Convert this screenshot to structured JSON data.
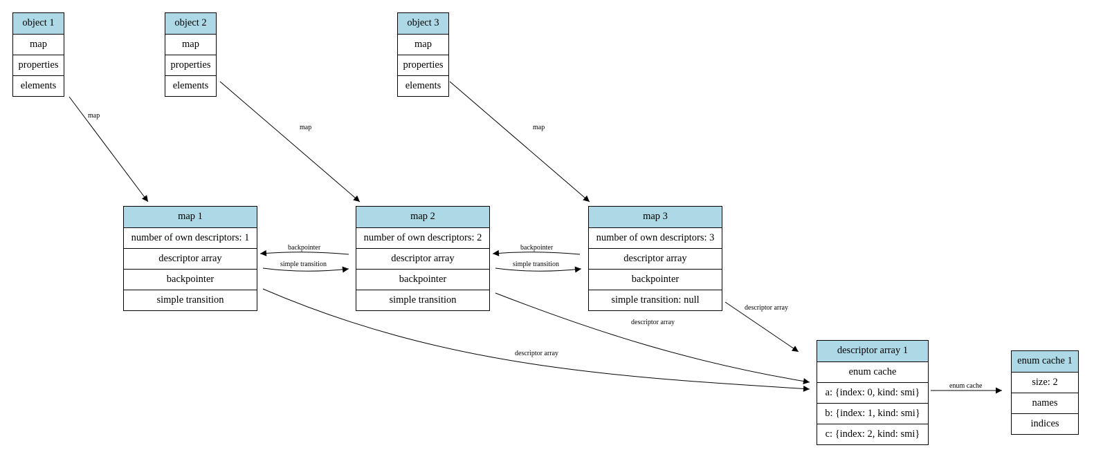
{
  "nodes": {
    "object1": {
      "title": "object 1",
      "fields": [
        "map",
        "properties",
        "elements"
      ]
    },
    "object2": {
      "title": "object 2",
      "fields": [
        "map",
        "properties",
        "elements"
      ]
    },
    "object3": {
      "title": "object 3",
      "fields": [
        "map",
        "properties",
        "elements"
      ]
    },
    "map1": {
      "title": "map 1",
      "fields": [
        "number of own descriptors: 1",
        "descriptor array",
        "backpointer",
        "simple transition"
      ]
    },
    "map2": {
      "title": "map 2",
      "fields": [
        "number of own descriptors: 2",
        "descriptor array",
        "backpointer",
        "simple transition"
      ]
    },
    "map3": {
      "title": "map 3",
      "fields": [
        "number of own descriptors: 3",
        "descriptor array",
        "backpointer",
        "simple transition: null"
      ]
    },
    "descriptor_array1": {
      "title": "descriptor array 1",
      "fields": [
        "enum cache",
        "a: {index: 0, kind: smi}",
        "b: {index: 1, kind: smi}",
        "c: {index: 2, kind: smi}"
      ]
    },
    "enum_cache1": {
      "title": "enum cache 1",
      "fields": [
        "size: 2",
        "names",
        "indices"
      ]
    }
  },
  "edges": [
    {
      "from": "object1.map",
      "to": "map1",
      "label": "map"
    },
    {
      "from": "object2.map",
      "to": "map2",
      "label": "map"
    },
    {
      "from": "object3.map",
      "to": "map3",
      "label": "map"
    },
    {
      "from": "map2.backpointer",
      "to": "map1",
      "label": "backpointer"
    },
    {
      "from": "map1.simple transition",
      "to": "map2",
      "label": "simple transition"
    },
    {
      "from": "map3.backpointer",
      "to": "map2",
      "label": "backpointer"
    },
    {
      "from": "map2.simple transition",
      "to": "map3",
      "label": "simple transition"
    },
    {
      "from": "map1.descriptor array",
      "to": "descriptor_array1",
      "label": "descriptor array"
    },
    {
      "from": "map2.descriptor array",
      "to": "descriptor_array1",
      "label": "descriptor array"
    },
    {
      "from": "map3.descriptor array",
      "to": "descriptor_array1",
      "label": "descriptor array"
    },
    {
      "from": "descriptor_array1.enum cache",
      "to": "enum_cache1",
      "label": "enum cache"
    }
  ],
  "colors": {
    "header_fill": "#add8e6",
    "stroke": "#000000"
  }
}
